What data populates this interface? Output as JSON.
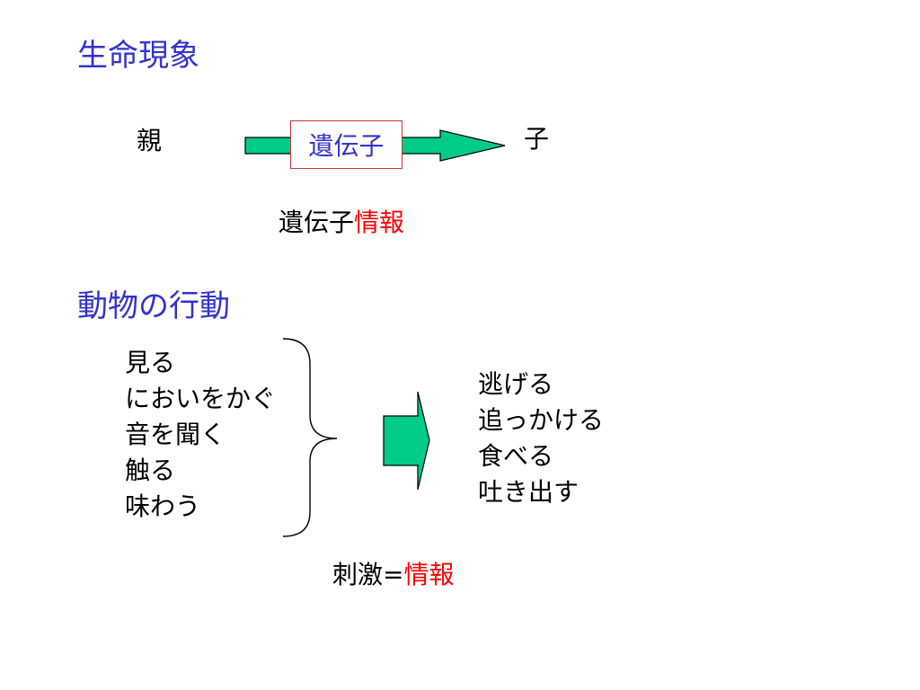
{
  "sections": {
    "phenomenon_title": "生命現象",
    "behavior_title": "動物の行動"
  },
  "inheritance": {
    "parent": "親",
    "child": "子",
    "gene": "遺伝子",
    "caption_prefix": "遺伝子",
    "caption_highlight": "情報"
  },
  "behavior": {
    "inputs": [
      "見る",
      "においをかぐ",
      "音を聞く",
      "触る",
      "味わう"
    ],
    "outputs": [
      "逃げる",
      "追っかける",
      "食べる",
      "吐き出す"
    ],
    "caption_prefix": "刺激=",
    "caption_highlight": "情報"
  },
  "colors": {
    "heading": "#3333cc",
    "highlight": "#ff0000",
    "arrow_fill": "#00cc88",
    "gene_border": "#cc3333"
  }
}
